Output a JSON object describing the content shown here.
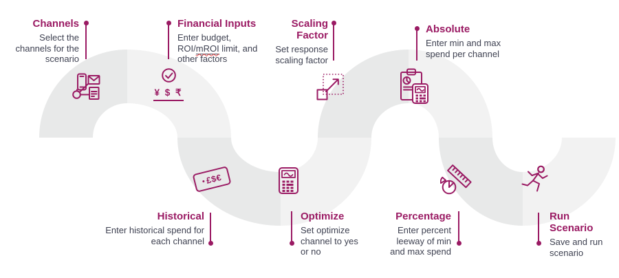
{
  "accent_color": "#9A1A63",
  "text_color": "#3E4151",
  "ribbon_colors": {
    "dark": "#E8E9E9",
    "light": "#F2F2F2"
  },
  "steps": [
    {
      "id": "channels",
      "title": "Channels",
      "desc": "Select the channels for the scenario",
      "icon": "devices-flow-icon"
    },
    {
      "id": "financial-inputs",
      "title": "Financial Inputs",
      "desc_line1": "Enter budget,",
      "desc_prefix": "ROI/",
      "desc_misspelled": "mROI",
      "desc_suffix": " limit, and",
      "desc_line3": "other factors",
      "icon": "check-currency-icon",
      "currency_text": "¥ $ ₹"
    },
    {
      "id": "scaling-factor",
      "title": "Scaling Factor",
      "desc": "Set response scaling factor",
      "icon": "scale-expand-icon"
    },
    {
      "id": "absolute",
      "title": "Absolute",
      "desc": "Enter min and max spend per channel",
      "icon": "clipboard-calculator-icon"
    },
    {
      "id": "historical",
      "title": "Historical",
      "desc": "Enter historical spend for each channel",
      "icon": "price-tag-icon",
      "tag_text": "£$€"
    },
    {
      "id": "optimize",
      "title": "Optimize",
      "desc": "Set optimize channel to yes or no",
      "icon": "calculator-icon"
    },
    {
      "id": "percentage",
      "title": "Percentage",
      "desc": "Enter percent leeway of min and max spend",
      "icon": "ruler-pie-icon"
    },
    {
      "id": "run-scenario",
      "title": "Run Scenario",
      "desc": "Save and run scenario",
      "icon": "runner-icon"
    }
  ]
}
